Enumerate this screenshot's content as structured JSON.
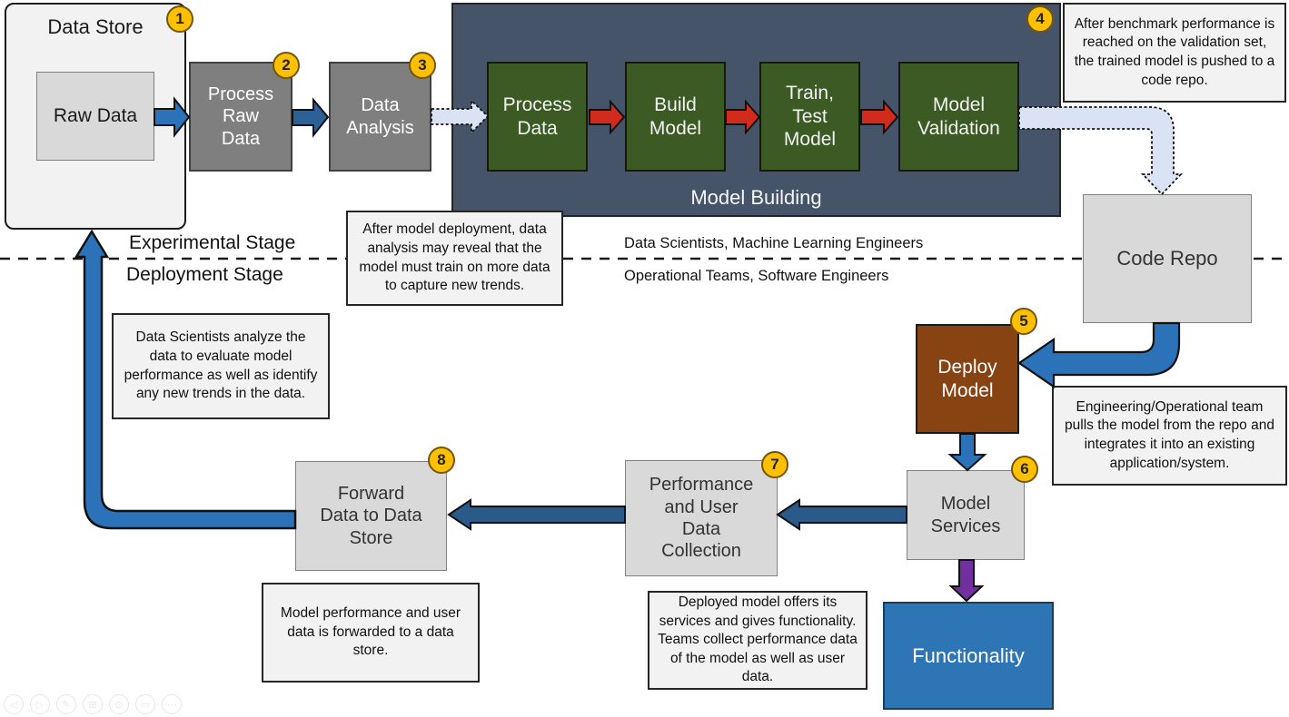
{
  "colors": {
    "bright_blue": "#2b72b8",
    "medium_blue": "#2d6195",
    "navy_blue": "#2a5a8a",
    "red": "#d12b1e",
    "purple": "#7030a0",
    "light_blue": "#dae3f3",
    "badge_gold": "#ffc000",
    "panel_dark": "#455469",
    "green": "#3c5a24",
    "brown": "#874312",
    "functionality_blue": "#2e75b6",
    "box_gray_dark": "#7f7f7f",
    "box_gray_light": "#d9d9d9",
    "note_bg": "#f2f2f2",
    "line_black": "#1a1a1a"
  },
  "stage": {
    "experimental": "Experimental Stage",
    "deployment": "Deployment Stage",
    "roles_experimental": "Data Scientists, Machine Learning Engineers",
    "roles_deployment": "Operational Teams, Software Engineers"
  },
  "nodes": {
    "data_store": {
      "label": "Data Store",
      "badge": "1"
    },
    "raw_data": {
      "label": "Raw Data"
    },
    "process_raw_data": {
      "label": "Process\nRaw\nData",
      "badge": "2"
    },
    "data_analysis": {
      "label": "Data\nAnalysis",
      "badge": "3"
    },
    "model_building": {
      "label": "Model Building",
      "badge": "4"
    },
    "process_data": {
      "label": "Process\nData"
    },
    "build_model": {
      "label": "Build\nModel"
    },
    "train_test_model": {
      "label": "Train,\nTest\nModel"
    },
    "model_validation": {
      "label": "Model\nValidation"
    },
    "code_repo": {
      "label": "Code Repo"
    },
    "deploy_model": {
      "label": "Deploy\nModel",
      "badge": "5"
    },
    "model_services": {
      "label": "Model\nServices",
      "badge": "6"
    },
    "functionality": {
      "label": "Functionality"
    },
    "performance_collection": {
      "label": "Performance\nand User\nData\nCollection",
      "badge": "7"
    },
    "forward_data": {
      "label": "Forward\nData to Data\nStore",
      "badge": "8"
    }
  },
  "notes": {
    "benchmark": "After benchmark performance is reached on the validation set, the trained model is pushed to a code repo.",
    "retrain": "After model deployment, data analysis may reveal that the model must train on more data to capture new trends.",
    "analyze": "Data Scientists analyze the data to evaluate model performance as well as identify any new trends in the data.",
    "engineering": "Engineering/Operational team pulls the model from the repo and integrates it into an existing application/system.",
    "deployed": "Deployed model offers its services and gives functionality. Teams collect performance data of the model as well as user data.",
    "forward": "Model performance and user data is forwarded to a data store."
  },
  "toolbar": {
    "icons": [
      {
        "name": "previous-slide-icon",
        "glyph": "◁"
      },
      {
        "name": "next-slide-icon",
        "glyph": "▷"
      },
      {
        "name": "pen-icon",
        "glyph": "✎"
      },
      {
        "name": "see-all-slides-icon",
        "glyph": "⊞"
      },
      {
        "name": "zoom-icon",
        "glyph": "⊙"
      },
      {
        "name": "monitor-icon",
        "glyph": "▭"
      },
      {
        "name": "more-options-icon",
        "glyph": "⋯"
      }
    ]
  }
}
